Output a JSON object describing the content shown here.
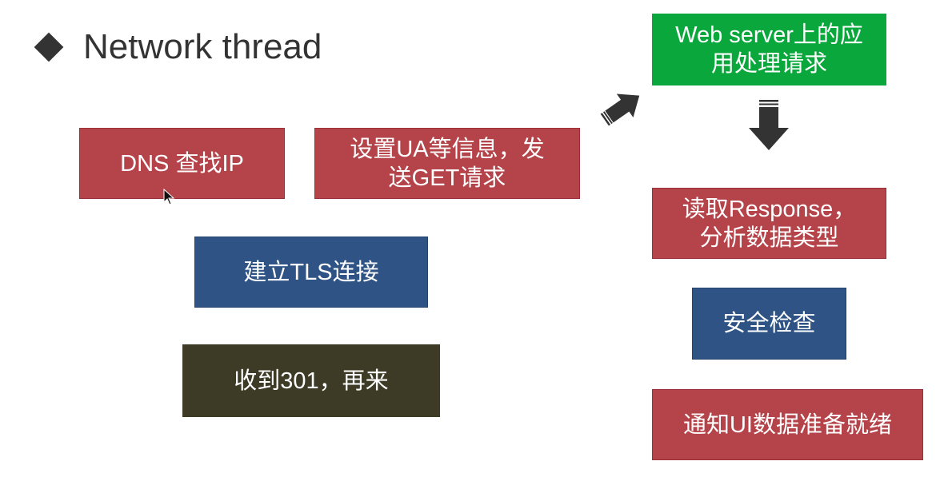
{
  "title": "Network thread",
  "colors": {
    "red": "#b5434a",
    "blue": "#2e5384",
    "olive": "#3d3b26",
    "green": "#0aa83c"
  },
  "boxes": {
    "dns": "DNS 查找IP",
    "ua_line1": "设置UA等信息，发",
    "ua_line2": "送GET请求",
    "tls": "建立TLS连接",
    "redirect": "收到301，再来",
    "server_line1": "Web server上的应",
    "server_line2": "用处理请求",
    "response_line1": "读取Response，",
    "response_line2": "分析数据类型",
    "security": "安全检查",
    "notify": "通知UI数据准备就绪"
  },
  "icons": [
    "arrow-up-right-icon",
    "arrow-down-icon",
    "mouse-cursor-icon"
  ]
}
